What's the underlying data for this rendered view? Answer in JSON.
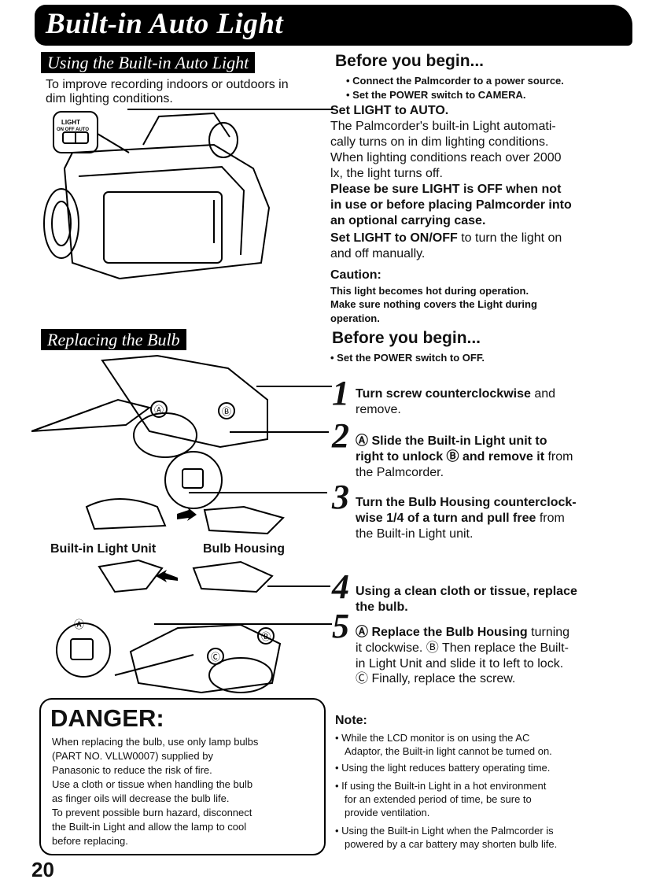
{
  "title": "Built-in Auto Light",
  "page_number": "20",
  "using": {
    "heading": "Using the Built-in Auto Light",
    "intro": [
      "To improve recording indoors or outdoors in",
      "dim lighting conditions."
    ],
    "switch_label": "LIGHT",
    "switch_positions": "ON OFF AUTO",
    "before_heading": "Before you begin...",
    "before_items": [
      "• Connect the Palmcorder to a power source.",
      "• Set the POWER switch to CAMERA."
    ],
    "set_auto": "Set LIGHT to AUTO.",
    "auto_desc": [
      "The Palmcorder's built-in Light automati-",
      "cally turns on in dim lighting conditions.",
      "When lighting conditions reach over 2000",
      "lx, the light turns off."
    ],
    "off_warning": [
      "Please be sure LIGHT is OFF when not",
      "in use or before placing Palmcorder into",
      "an optional carrying case."
    ],
    "manual_bold": "Set LIGHT to ON/OFF",
    "manual_rest": " to turn the light on",
    "manual_line2": "and off manually.",
    "caution_heading": "Caution:",
    "caution_lines": [
      "This light becomes hot during operation.",
      "Make sure nothing covers the Light during",
      "operation."
    ]
  },
  "replacing": {
    "heading": "Replacing the Bulb",
    "before_heading": "Before you begin...",
    "before_item": "• Set the POWER switch to OFF.",
    "label_unit": "Built-in Light Unit",
    "label_housing": "Bulb Housing",
    "callouts": [
      "Ⓐ",
      "Ⓑ",
      "Ⓒ"
    ],
    "steps": [
      {
        "num": "1",
        "lines": [
          {
            "bold": "Turn screw counterclockwise",
            "rest": " and"
          },
          {
            "bold": "",
            "rest": "remove."
          }
        ]
      },
      {
        "num": "2",
        "lines": [
          {
            "bold": "Ⓐ Slide the Built-in Light unit to",
            "rest": ""
          },
          {
            "bold": "right to unlock Ⓑ and remove it",
            "rest": " from"
          },
          {
            "bold": "",
            "rest": "the Palmcorder."
          }
        ]
      },
      {
        "num": "3",
        "lines": [
          {
            "bold": "Turn the Bulb Housing counterclock-",
            "rest": ""
          },
          {
            "bold": "wise 1/4 of a turn and pull free",
            "rest": " from"
          },
          {
            "bold": "",
            "rest": "the Built-in Light unit."
          }
        ]
      },
      {
        "num": "4",
        "lines": [
          {
            "bold": "Using a clean cloth or tissue, replace",
            "rest": ""
          },
          {
            "bold": "the bulb.",
            "rest": ""
          }
        ]
      },
      {
        "num": "5",
        "lines": [
          {
            "bold": "Ⓐ Replace the Bulb Housing",
            "rest": " turning"
          },
          {
            "bold": "",
            "rest": "it clockwise. Ⓑ Then replace the Built-"
          },
          {
            "bold": "",
            "rest": "in Light Unit and slide it to left to lock."
          },
          {
            "bold": "",
            "rest": "Ⓒ Finally, replace the screw."
          }
        ]
      }
    ]
  },
  "danger": {
    "title": "DANGER:",
    "lines": [
      "When replacing the bulb, use only lamp bulbs",
      "(PART NO. VLLW0007) supplied by",
      "Panasonic to reduce the risk of fire.",
      "Use a cloth or tissue when handling the bulb",
      "as finger oils will decrease the bulb life.",
      "To prevent possible burn hazard, disconnect",
      "the Built-in Light and allow the lamp to cool",
      "before replacing."
    ]
  },
  "note": {
    "heading": "Note:",
    "items": [
      [
        "• While the LCD monitor is on using the AC",
        "Adaptor, the Built-in light cannot be turned on."
      ],
      [
        "• Using the light reduces battery operating time."
      ],
      [
        "• If using the Built-in Light in a hot environment",
        "for an extended period of time, be sure to",
        "provide ventilation."
      ],
      [
        "• Using the Built-in Light when the Palmcorder is",
        "powered by a car battery may shorten bulb life."
      ]
    ]
  }
}
